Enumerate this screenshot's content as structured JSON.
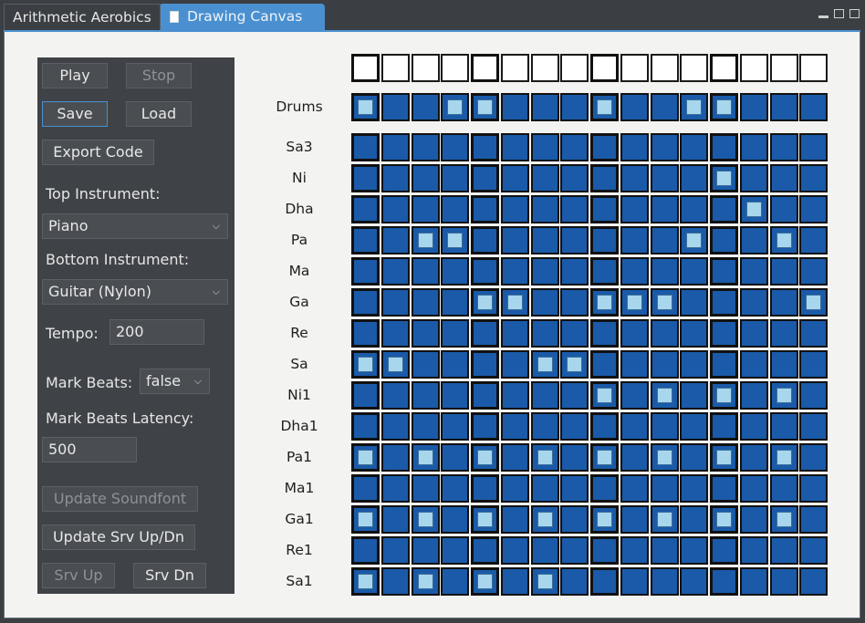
{
  "tabs": [
    {
      "label": "Arithmetic Aerobics",
      "active": false
    },
    {
      "label": "Drawing Canvas",
      "active": true
    }
  ],
  "window_icons": [
    "minimize-icon",
    "undock-icon",
    "maximize-icon"
  ],
  "panel": {
    "play": "Play",
    "stop": "Stop",
    "save": "Save",
    "load": "Load",
    "export": "Export Code",
    "top_instrument_label": "Top Instrument:",
    "top_instrument_value": "Piano",
    "bottom_instrument_label": "Bottom Instrument:",
    "bottom_instrument_value": "Guitar (Nylon)",
    "tempo_label": "Tempo:",
    "tempo_value": "200",
    "mark_beats_label": "Mark Beats:",
    "mark_beats_value": "false",
    "mark_beats_latency_label": "Mark Beats Latency:",
    "mark_beats_latency_value": "500",
    "update_soundfont": "Update Soundfont",
    "update_srv": "Update Srv Up/Dn",
    "srv_up": "Srv Up",
    "srv_dn": "Srv Dn"
  },
  "grid": {
    "columns": 16,
    "beat_columns": [
      0,
      4,
      8,
      12
    ],
    "rows": [
      {
        "label": "Drums",
        "active": [
          0,
          3,
          4,
          8,
          11,
          12
        ]
      },
      {
        "label": "Sa3",
        "active": []
      },
      {
        "label": "Ni",
        "active": [
          12
        ]
      },
      {
        "label": "Dha",
        "active": [
          13
        ]
      },
      {
        "label": "Pa",
        "active": [
          2,
          3,
          11,
          14
        ]
      },
      {
        "label": "Ma",
        "active": []
      },
      {
        "label": "Ga",
        "active": [
          4,
          5,
          8,
          9,
          10,
          15
        ]
      },
      {
        "label": "Re",
        "active": []
      },
      {
        "label": "Sa",
        "active": [
          0,
          1,
          6,
          7
        ]
      },
      {
        "label": "Ni1",
        "active": [
          8,
          10,
          12,
          14
        ]
      },
      {
        "label": "Dha1",
        "active": []
      },
      {
        "label": "Pa1",
        "active": [
          0,
          2,
          4,
          6,
          8,
          10,
          12,
          14
        ]
      },
      {
        "label": "Ma1",
        "active": []
      },
      {
        "label": "Ga1",
        "active": [
          0,
          2,
          4,
          6,
          8,
          10,
          12,
          14
        ]
      },
      {
        "label": "Re1",
        "active": []
      },
      {
        "label": "Sa1",
        "active": [
          0,
          2,
          4,
          6
        ]
      }
    ]
  }
}
